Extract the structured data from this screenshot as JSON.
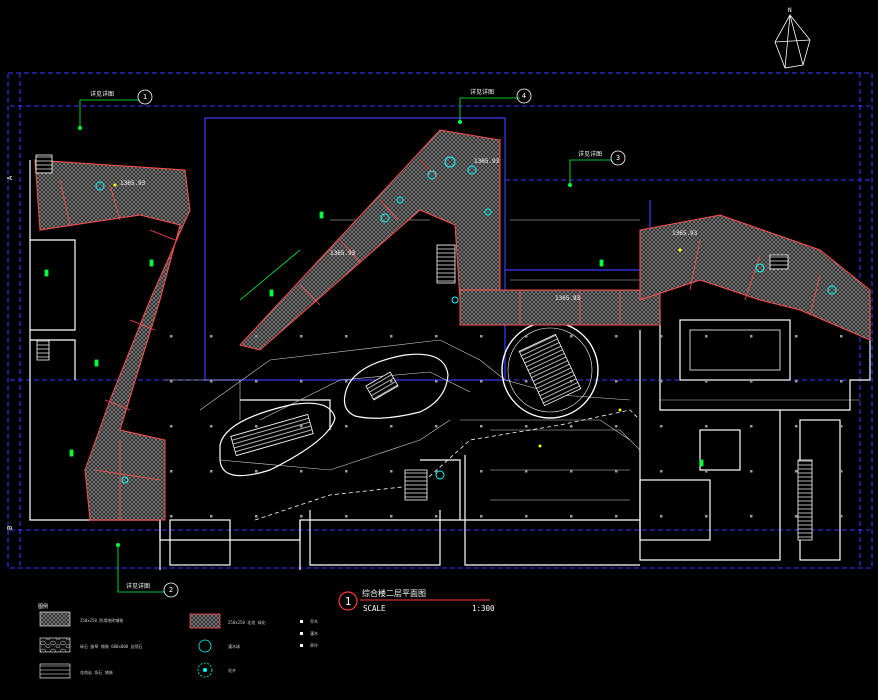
{
  "drawing": {
    "title_cn": "综合楼二层平面图",
    "title_number": "1",
    "scale_label": "SCALE",
    "scale_value": "1:300",
    "north_label": "N"
  },
  "detail_callouts": [
    {
      "text": "详见详图",
      "number": "1"
    },
    {
      "text": "详见详图",
      "number": "4"
    },
    {
      "text": "详见详图",
      "number": "3"
    },
    {
      "text": "详见详图",
      "number": "2"
    }
  ],
  "level_marks": [
    "1365.93",
    "1365.93",
    "1365.93",
    "1365.93",
    "1365.93"
  ],
  "axis_marks": [
    "A",
    "B"
  ],
  "legend": {
    "title": "图例",
    "items": [
      {
        "icon": "mesh-hatch",
        "text": "250x250 防滑地砖铺装"
      },
      {
        "icon": "stone-hatch",
        "text": "碎石 嵌草 铺装 600x600 自然石"
      },
      {
        "icon": "stripe-hatch",
        "text": "花岗岩 条石 铺装"
      },
      {
        "icon": "planter-box",
        "text": "250x250 花池 绿化"
      },
      {
        "icon": "circle-shrub",
        "text": "灌木球"
      },
      {
        "icon": "flower-symbol",
        "text": "花卉"
      },
      {
        "icon": "small-mark",
        "text": "乔木"
      },
      {
        "icon": "small-mark",
        "text": "灌木"
      },
      {
        "icon": "small-mark",
        "text": "草坪"
      }
    ]
  },
  "colors": {
    "background": "#000000",
    "outline": "#ffffff",
    "grid": "#3a3aff",
    "paving": "#ff4d4d",
    "accent": "#00ffff",
    "green": "#00ff3c",
    "yellow": "#ffff00"
  }
}
